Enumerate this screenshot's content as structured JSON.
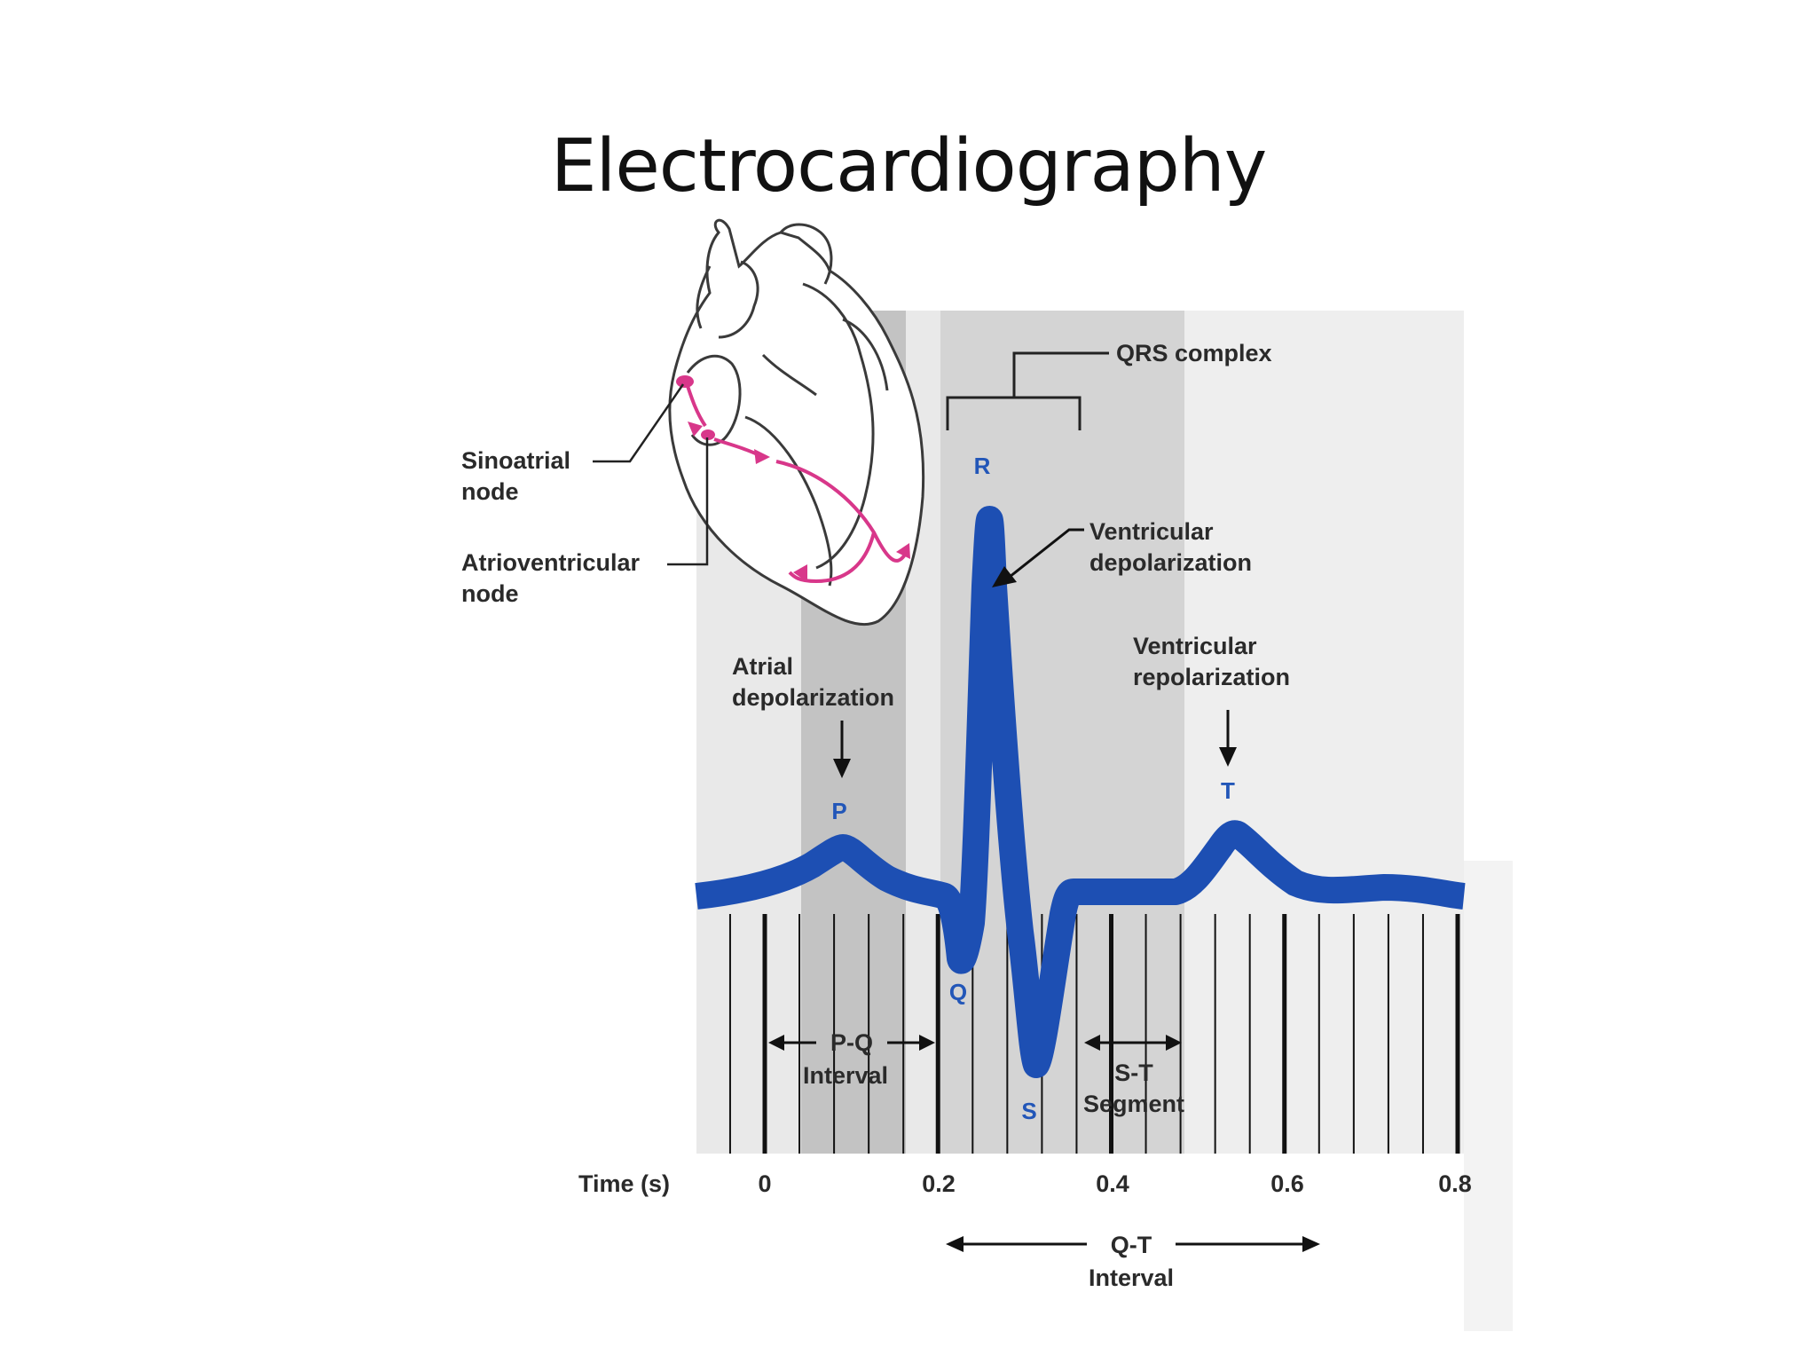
{
  "title": "Electrocardiography",
  "colors": {
    "wave": "#1d4fb3",
    "wave_label": "#2256b8",
    "pathway": "#d8378a",
    "text": "#2a2a2a",
    "panel_light": "#e9e9e9",
    "panel_medium": "#d4d4d4",
    "panel_dark": "#c3c3c3"
  },
  "icons": {
    "heart": "heart-diagram-icon"
  },
  "heart_labels": {
    "sinoatrial_line1": "Sinoatrial",
    "sinoatrial_line2": "node",
    "atrioventricular_line1": "Atrioventricular",
    "atrioventricular_line2": "node"
  },
  "annotations": {
    "qrs_complex": "QRS complex",
    "ventricular_depolarization_line1": "Ventricular",
    "ventricular_depolarization_line2": "depolarization",
    "atrial_depolarization_line1": "Atrial",
    "atrial_depolarization_line2": "depolarization",
    "ventricular_repolarization_line1": "Ventricular",
    "ventricular_repolarization_line2": "repolarization"
  },
  "wave_points": {
    "p": "P",
    "q": "Q",
    "r": "R",
    "s": "S",
    "t": "T"
  },
  "intervals": {
    "pq_line1": "P-Q",
    "pq_line2": "Interval",
    "st_line1": "S-T",
    "st_line2": "Segment",
    "qt_line1": "Q-T",
    "qt_line2": "Interval"
  },
  "time_axis": {
    "label": "Time (s)",
    "ticks": [
      "0",
      "0.2",
      "0.4",
      "0.6",
      "0.8"
    ]
  }
}
